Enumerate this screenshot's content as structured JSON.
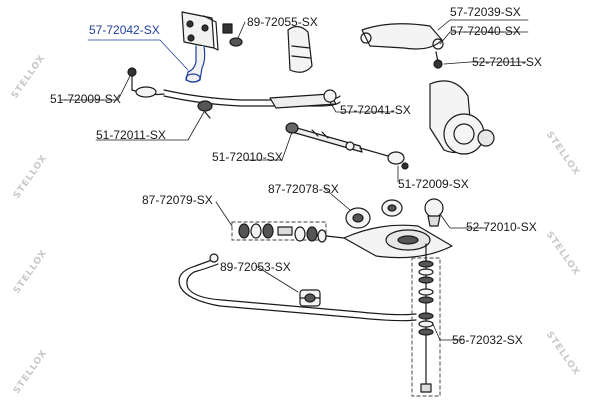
{
  "colors": {
    "highlight": "#1f3f9c",
    "part": "#1a1a1a",
    "leader": "#1a1a1a",
    "watermark": "#c8c8c8"
  },
  "labels": {
    "l1": "57-72042-SX",
    "l2": "89-72055-SX",
    "l3": "57-72039-SX",
    "l4": "57-72040-SX",
    "l5": "52-72011-SX",
    "l6": "51-72009-SX",
    "l7": "57-72041-SX",
    "l8": "51-72011-SX",
    "l9": "51-72010-SX",
    "l10": "51-72009-SX",
    "l11": "87-72079-SX",
    "l12": "87-72078-SX",
    "l13": "52-72010-SX",
    "l14": "89-72053-SX",
    "l15": "56-72032-SX"
  },
  "watermark": {
    "left": "STELLOX",
    "right": "STELLOX"
  }
}
